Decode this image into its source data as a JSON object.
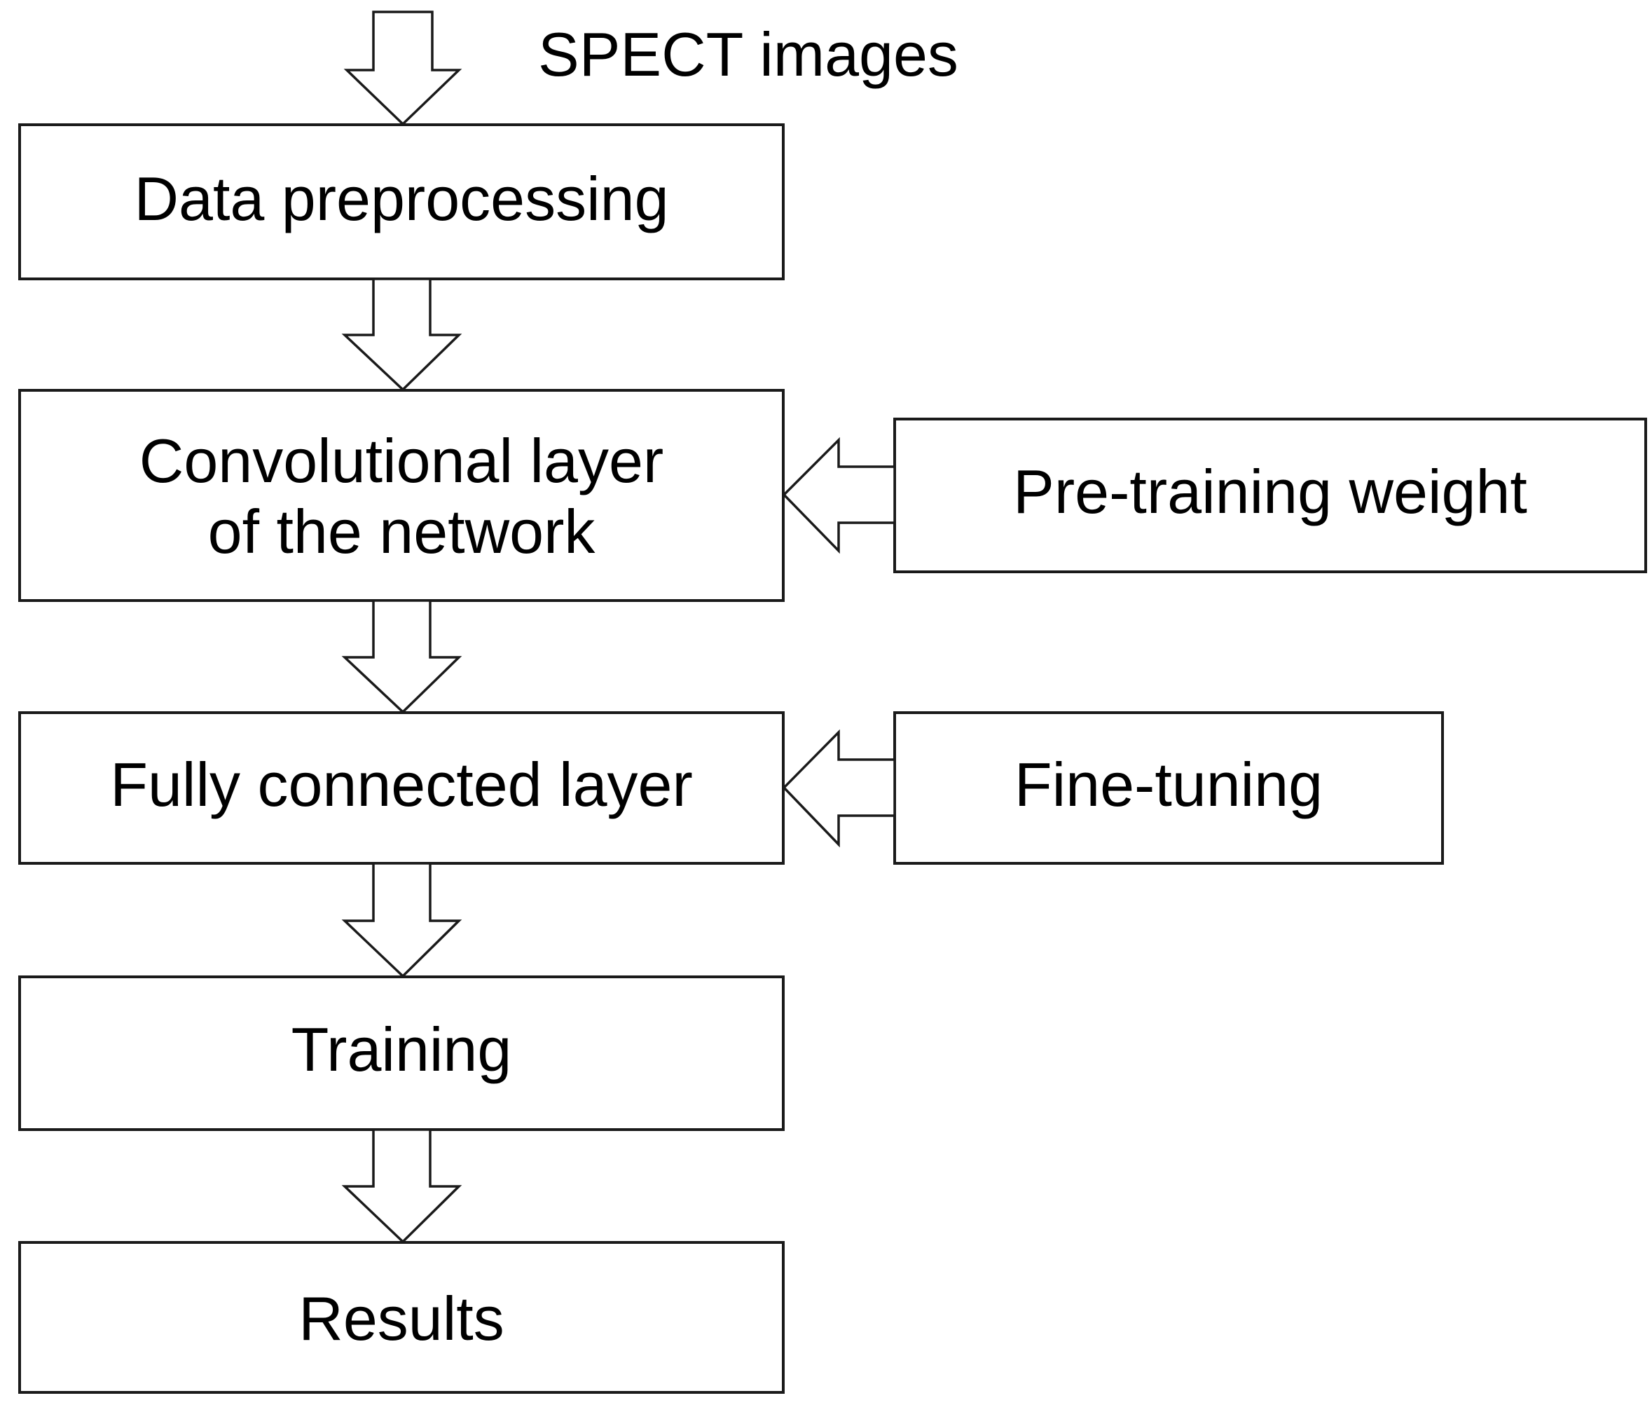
{
  "input_label": "SPECT images",
  "steps": {
    "data_preprocessing": "Data preprocessing",
    "convolutional_line1": "Convolutional layer",
    "convolutional_line2": "of the network",
    "fully_connected": "Fully connected layer",
    "training": "Training",
    "results": "Results"
  },
  "side_inputs": {
    "pretraining_weight": "Pre-training weight",
    "fine_tuning": "Fine-tuning"
  },
  "colors": {
    "stroke": "#1a1a1a",
    "fill": "#ffffff",
    "text": "#000000"
  }
}
